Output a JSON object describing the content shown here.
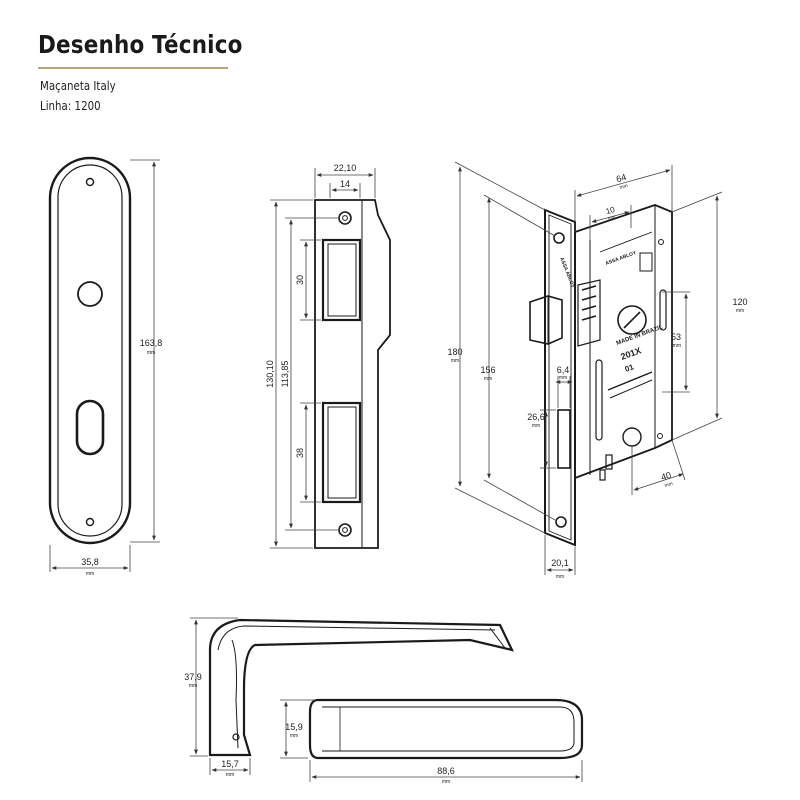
{
  "header": {
    "title": "Desenho Técnico",
    "subtitle": "Maçaneta Italy",
    "line": "Linha: 1200"
  },
  "unit": "mm",
  "dimensions": {
    "plate_height": "163,8",
    "plate_width": "35,8",
    "strike_width": "22,10",
    "strike_inner": "14",
    "strike_top_slot": "30",
    "strike_bottom_slot": "38",
    "strike_height": "130,10",
    "strike_holes": "113,85",
    "lock_depth": "64",
    "lock_backset": "10",
    "lock_height": "120",
    "lock_53": "53",
    "lock_40": "40",
    "faceplate_180": "180",
    "faceplate_156": "156",
    "faceplate_width": "20,1",
    "bolt_width": "6,4",
    "bolt_height": "26,6",
    "lever_height": "37,9",
    "lever_thickness": "15,9",
    "lever_base": "15,7",
    "lever_length": "88,6"
  },
  "lock_markings": {
    "brand_top": "ASSA ABLOY",
    "stamp": "MADE IN BRAZIL",
    "model": "201X",
    "code": "01"
  }
}
